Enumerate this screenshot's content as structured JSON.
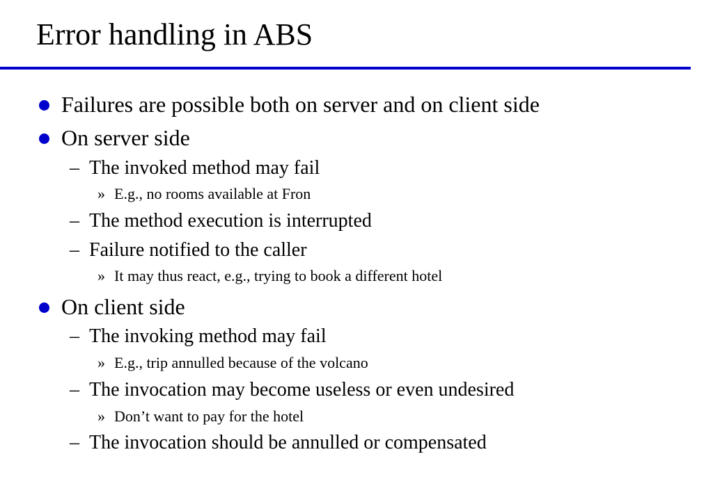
{
  "slide": {
    "title": "Error handling in ABS",
    "accent_color": "#0000cc",
    "markers": {
      "level2": "–",
      "level3": "»"
    },
    "bullets": [
      "Failures are possible both on server and on client side",
      "On server side",
      "The invoked method may fail",
      "E.g., no rooms available at Fron",
      "The method execution is interrupted",
      "Failure notified to the caller",
      "It may thus react, e.g., trying to book a different hotel",
      "On client side",
      "The invoking method may fail",
      "E.g., trip annulled because of the volcano",
      "The invocation may become useless or even undesired",
      "Don’t want to pay for the hotel",
      "The invocation should be annulled or compensated"
    ]
  }
}
